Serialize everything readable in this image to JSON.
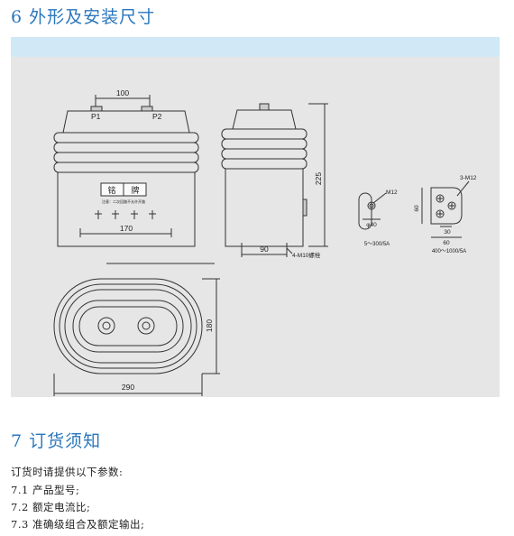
{
  "section6": {
    "title": "6 外形及安装尺寸"
  },
  "section7": {
    "title": "7 订货须知",
    "intro": "订货时请提供以下参数:",
    "items": [
      "7.1 产品型号;",
      "7.2 额定电流比;",
      "7.3 准确级组合及额定输出;"
    ]
  },
  "drawing": {
    "dim_100": "100",
    "p1": "P1",
    "p2": "P2",
    "nameplate_left": "铭",
    "nameplate_right": "牌",
    "nameplate_note": "注意：二次回路不允许开路",
    "dim_170": "170",
    "dim_90": "90",
    "dim_225": "225",
    "bolt_note": "4-M10螺栓",
    "m12": "M12",
    "phi40": "φ40",
    "range_small": "5～300/5A",
    "three_m12": "3-M12",
    "dim_60_v": "60",
    "dim_30": "30",
    "dim_60_h": "60",
    "range_large": "400～1000/5A",
    "dim_180": "180",
    "dim_290": "290"
  }
}
